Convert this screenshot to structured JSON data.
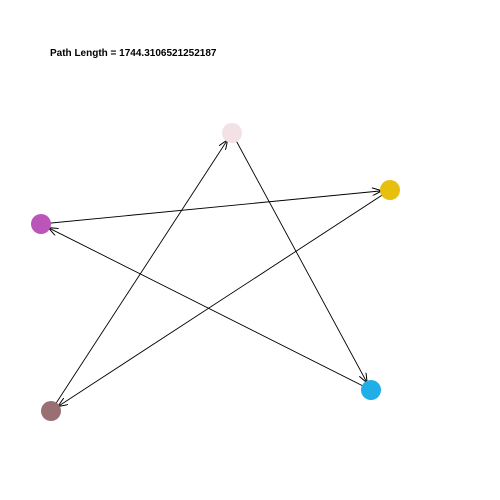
{
  "path_length_label": "Path Length = 1744.3106521252187",
  "nodes": [
    {
      "id": "n-top",
      "color": "#f3e1e6"
    },
    {
      "id": "n-right",
      "color": "#e6bf0f"
    },
    {
      "id": "n-left",
      "color": "#bb55b9"
    },
    {
      "id": "n-bottom-left",
      "color": "#9a6f74"
    },
    {
      "id": "n-bottom-right",
      "color": "#20aee8"
    }
  ],
  "tour_order": [
    "n-top",
    "n-bottom-right",
    "n-left",
    "n-right",
    "n-bottom-left",
    "n-top"
  ],
  "edge_color": "#000000"
}
